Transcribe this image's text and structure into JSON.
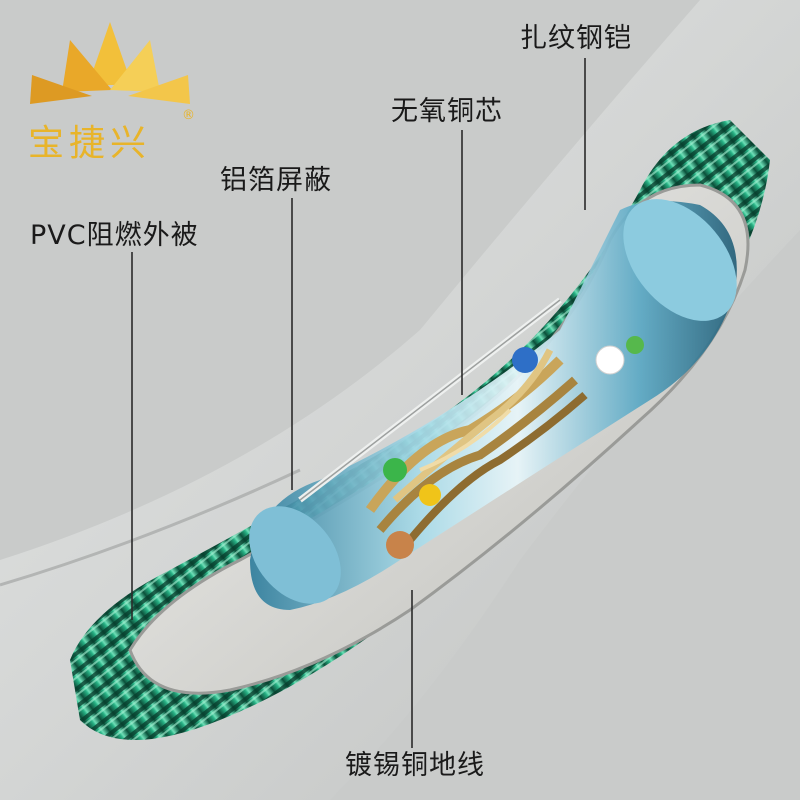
{
  "brand": {
    "name": "宝捷兴",
    "registered_mark": "®",
    "color": "#e8b42a"
  },
  "labels": {
    "armor": "扎纹钢铠",
    "conductor": "无氧铜芯",
    "foil_shield": "铝箔屏蔽",
    "jacket": "PVC阻燃外被",
    "drain_wire": "镀锡铜地线"
  },
  "colors": {
    "background": "#c9cbca",
    "jacket": "#dcdedd",
    "armor_green": "#1fa07a",
    "foil_blue": "#7fbfd6",
    "leader_line": "#2a2a2a"
  }
}
